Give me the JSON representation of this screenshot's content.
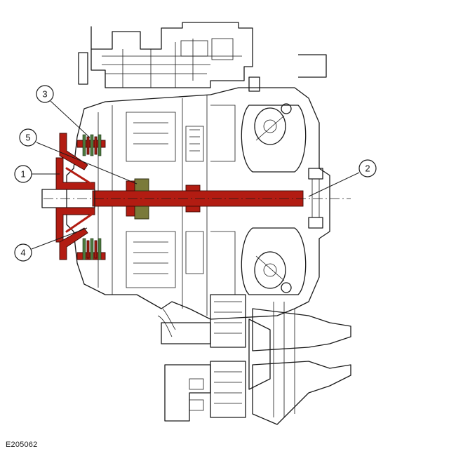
{
  "figure_id": "E205062",
  "callouts": [
    {
      "label": "1"
    },
    {
      "label": "2"
    },
    {
      "label": "3"
    },
    {
      "label": "4"
    },
    {
      "label": "5"
    }
  ],
  "colors": {
    "highlight": "#b21c12",
    "olive": "#7a7a3a",
    "clutch_green": "#4c7a3e",
    "line": "#1a1a1a"
  }
}
